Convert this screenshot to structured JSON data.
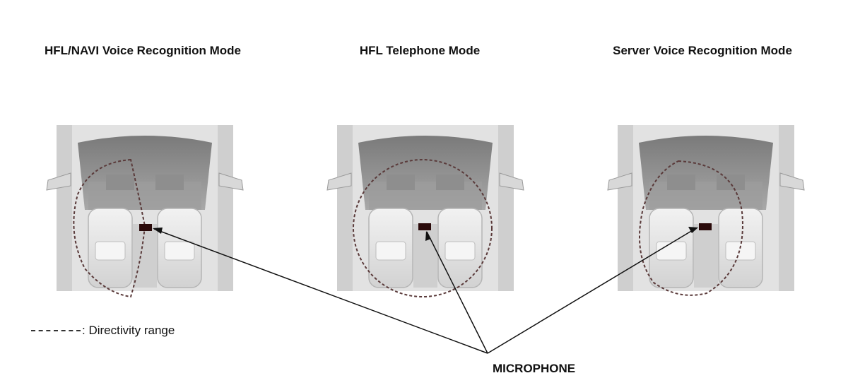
{
  "titles": {
    "hfl_navi": "HFL/NAVI Voice Recognition Mode",
    "hfl_telephone": "HFL Telephone Mode",
    "server": "Server Voice Recognition Mode"
  },
  "legend": {
    "label": ": Directivity range"
  },
  "callout": {
    "label": "MICROPHONE"
  },
  "colors": {
    "car_body": "#dcdcdc",
    "windshield": "#8a8a8a",
    "seat": "#e9e9e9",
    "dashed_line": "#5a3a3a",
    "microphone": "#2a0a0a"
  }
}
